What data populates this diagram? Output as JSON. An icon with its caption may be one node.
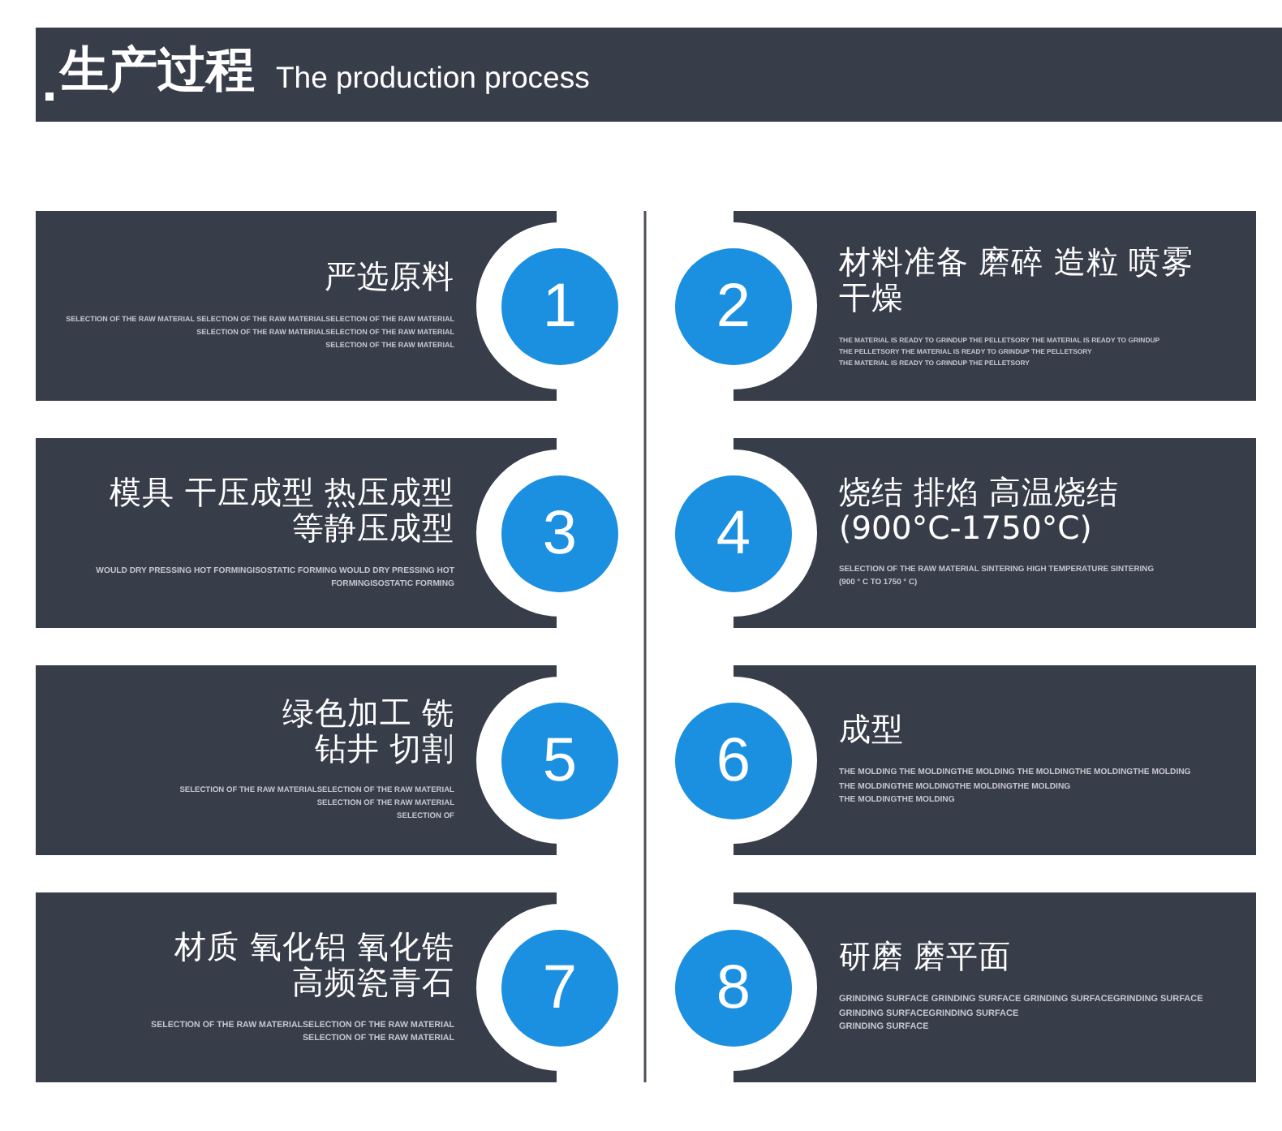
{
  "diagram": {
    "title": "生产过程",
    "nodes": [
      {
        "text": [
          "严选原料",
          "SELECTION OF THE RAW MATERIAL SELECTION OF THE RAW MATERIALSELECTION OF THE RAW MATERIAL SELECTION OF THE RAW MATERIALSELECTION OF THE RAW MATERIAL SELECTION OF THE RAW MATERIAL"
        ]
      },
      {
        "text": [
          "1"
        ]
      },
      {
        "text": [
          "2"
        ]
      },
      {
        "text": [
          "材料准备 磨碎 造粒 喷雾干燥",
          "THE MATERIAL IS READY TO GRINDUP THE PELLETSORY THE MATERIAL IS READY TO GRINDUP THE PELLETSORY THE MATERIAL IS READY TO GRINDUP THE PELLETSORY THE MATERIAL IS READY TO GRINDUP THE PELLETSORY"
        ]
      },
      {
        "text": [
          "模具 干压成型 热压成型等静压成型",
          "WOULD DRY PRESSING HOT FORMINGISOSTATIC FORMING WOULD DRY PRESSING HOT FORMINGISOSTATIC FORMING"
        ]
      },
      {
        "text": [
          "3"
        ]
      },
      {
        "text": [
          "4"
        ]
      },
      {
        "text": [
          "烧结 排焰 高温烧结 (900°C-1750°C)",
          "SELECTION OF THE RAW MATERIAL SINTERING HIGH TEMPERATURE SINTERING (900 ° C TO 1750 ° C)"
        ]
      },
      {
        "text": [
          "绿色加工 铣钻井 切割",
          "SELECTION OF THE RAW MATERIALSELECTION OF THE RAW MATERIAL SELECTION OF THE RAW MATERIAL SELECTION OF"
        ]
      },
      {
        "text": [
          "5"
        ]
      },
      {
        "text": [
          "6"
        ]
      },
      {
        "text": [
          "成型",
          "THE MOLDING THE MOLDINGTHE MOLDING THE MOLDINGTHE MOLDINGTHE MOLDING THE MOLDINGTHE MOLDINGTHE MOLDINGTHE MOLDING THE MOLDINGTHE MOLDING"
        ]
      },
      {
        "text": [
          "材质 氧化铝 氧化锆高频瓷青石",
          "SELECTION OF THE RAW MATERIALSELECTION OF THE RAW MATERIAL SELECTION OF THE RAW MATERIAL"
        ]
      },
      {
        "text": [
          "7"
        ]
      },
      {
        "text": [
          "8"
        ]
      },
      {
        "text": [
          "研磨 磨平面",
          "GRINDING SURFACE GRINDING SURFACE GRINDING SURFACEGRINDING SURFACE GRINDING SURFACEGRINDING SURFACE GRINDING SURFACE"
        ]
      }
    ],
    "labels": [
      "The production process"
    ]
  }
}
